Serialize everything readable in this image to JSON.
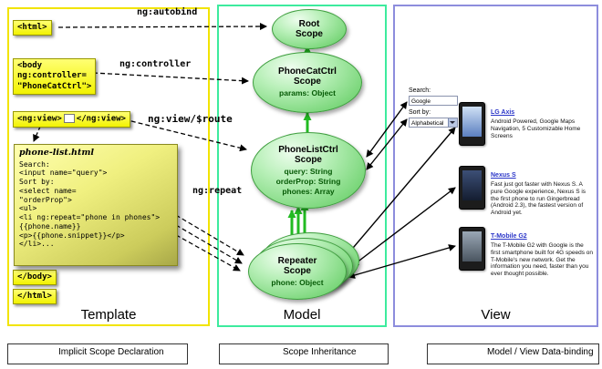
{
  "columns": {
    "template": {
      "label": "Template"
    },
    "model": {
      "label": "Model"
    },
    "view": {
      "label": "View"
    }
  },
  "colors": {
    "template_border": "#f2e400",
    "model_border": "#3deb9e",
    "view_border": "#8d8ddd",
    "scope_fill_green": "#7ed87e",
    "tag_yellow": "#ffff4d",
    "inheritance_arrow_green": "#22bb22",
    "phone_link_blue": "#2a35c8"
  },
  "template": {
    "tags": {
      "html_open": "<html>",
      "body_open": "<body\nng:controller=\n\"PhoneCatCtrl\">",
      "ng_view_open": "<ng:view>",
      "ng_view_close": "</ng:view>",
      "body_close": "</body>",
      "html_close": "</html>"
    },
    "code_block": {
      "title": "phone-list.html",
      "lines": [
        "Search:",
        "<input name=\"query\">",
        "Sort by:",
        "<select name=",
        "\"orderProp\">",
        "<ul>",
        "<li ng:repeat=\"phone in phones\">",
        "{{phone.name}}",
        "<p>{{phone.snippet}}</p>",
        "</li>..."
      ]
    }
  },
  "arrow_labels": {
    "autobind": "ng:autobind",
    "controller": "ng:controller",
    "view_route": "ng:view/$route",
    "repeat": "ng:repeat"
  },
  "model": {
    "scopes": {
      "root": {
        "name": "Root\nScope"
      },
      "phonecat": {
        "name": "PhoneCatCtrl\nScope",
        "props": "params: Object"
      },
      "phonelist": {
        "name": "PhoneListCtrl\nScope",
        "props": "query: String\norderProp: String\nphones: Array"
      },
      "repeater": {
        "name": "Repeater\nScope",
        "props": "phone: Object"
      }
    }
  },
  "view": {
    "search_label": "Search:",
    "search_value": "Google",
    "sort_label": "Sort by:",
    "sort_value": "Alphabetical",
    "phones": [
      {
        "name": "LG Axis",
        "description": "Android Powered, Google Maps Navigation, 5 Customizable Home Screens"
      },
      {
        "name": "Nexus S",
        "description": "Fast just got faster with Nexus S. A pure Google experience, Nexus S is the first phone to run Gingerbread (Android 2.3), the fastest version of Android yet."
      },
      {
        "name": "T-Mobile G2",
        "description": "The T-Mobile G2 with Google is the first smartphone built for 4G speeds on T-Mobile's new network. Get the information you need, faster than you ever thought possible."
      }
    ]
  },
  "legend": {
    "implicit": "Implicit Scope Declaration",
    "inheritance": "Scope Inheritance",
    "databinding": "Model / View Data-binding"
  }
}
